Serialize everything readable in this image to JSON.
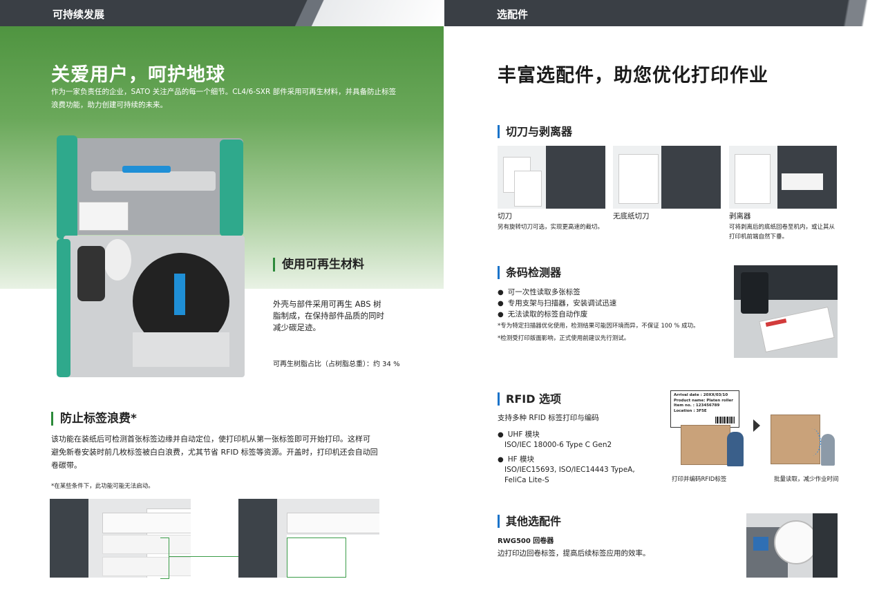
{
  "left": {
    "header": "可持续发展",
    "title": "关爱用户，呵护地球",
    "intro_line1": "作为一家负责任的企业，SATO 关注产品的每一个细节。CL4/6-SXR 部件采用可再生材料，并具备防止标签",
    "intro_line2": "浪费功能，助力创建可持续的未来。",
    "recycle": {
      "title": "使用可再生材料",
      "line1": "外壳与部件采用可再生  ABS  树",
      "line2": "脂制成，在保持部件品质的同时",
      "line3": "减少碳足迹。",
      "ratio": "可再生树脂占比（占树脂总重）：约 34 %"
    },
    "waste": {
      "title": "防止标签浪费*",
      "line1": "该功能在装纸后可检测首张标签边缘并自动定位，使打印机从第一张标签即可开始打印。这样可",
      "line2": "避免新卷安装时前几枚标签被白白浪费，尤其节省  RFID  标签等资源。开盖时，打印机还会自动回",
      "line3": "卷碳带。",
      "note": "*在某些条件下，此功能可能无法启动。"
    }
  },
  "right": {
    "header": "选配件",
    "title": "丰富选配件，助您优化打印作业",
    "cutter": {
      "title": "切刀与剥离器",
      "items": [
        {
          "label": "切刀",
          "desc": "另有旋转切刀可选，实现更高速的截切。",
          "desc2": ""
        },
        {
          "label": "无底纸切刀",
          "desc": "",
          "desc2": ""
        },
        {
          "label": "剥离器",
          "desc": "可将剥离后的底纸回卷至机内，或让其从",
          "desc2": "打印机前端自然下垂。"
        }
      ]
    },
    "barcode": {
      "title": "条码检测器",
      "bullets": [
        "可一次性读取多张标签",
        "专用支架与扫描器，安装调试迅速",
        "无法读取的标签自动作废"
      ],
      "note1": "*专为特定扫描器优化使用，检测结果可能因环境而异，不保证 100 % 成功。",
      "note2": "*检测受打印版面影响，正式使用前建议先行测试。"
    },
    "rfid": {
      "title": "RFID 选项",
      "subtitle": "支持多种 RFID 标签打印与编码",
      "uhf_label": "UHF 模块",
      "uhf_spec": "ISO/IEC 18000-6 Type C Gen2",
      "hf_label": "HF 模块",
      "hf_spec1": "ISO/IEC15693, ISO/IEC14443 TypeA,",
      "hf_spec2": "FeliCa  Lite-S",
      "caption_left": "打印并编码RFID标签",
      "caption_right": "批量读取，减少作业时间",
      "tag": {
        "r1k": "Arrival date",
        "r1v": ": 20XX/03/10",
        "r2k": "Product name",
        "r2v": ": Platen roller",
        "r3k": "Item no.",
        "r3v": ": 123456789",
        "r4k": "Location",
        "r4v": ": 3F5E"
      }
    },
    "other": {
      "title": "其他选配件",
      "product": "RWG500 回卷器",
      "desc": "边打印边回卷标签，提高后续标签应用的效率。"
    }
  },
  "colors": {
    "header_bg": "#3a3f45",
    "green_accent": "#2c8a3a",
    "blue_accent": "#1a73c9",
    "teal_part": "#2fa98c"
  }
}
